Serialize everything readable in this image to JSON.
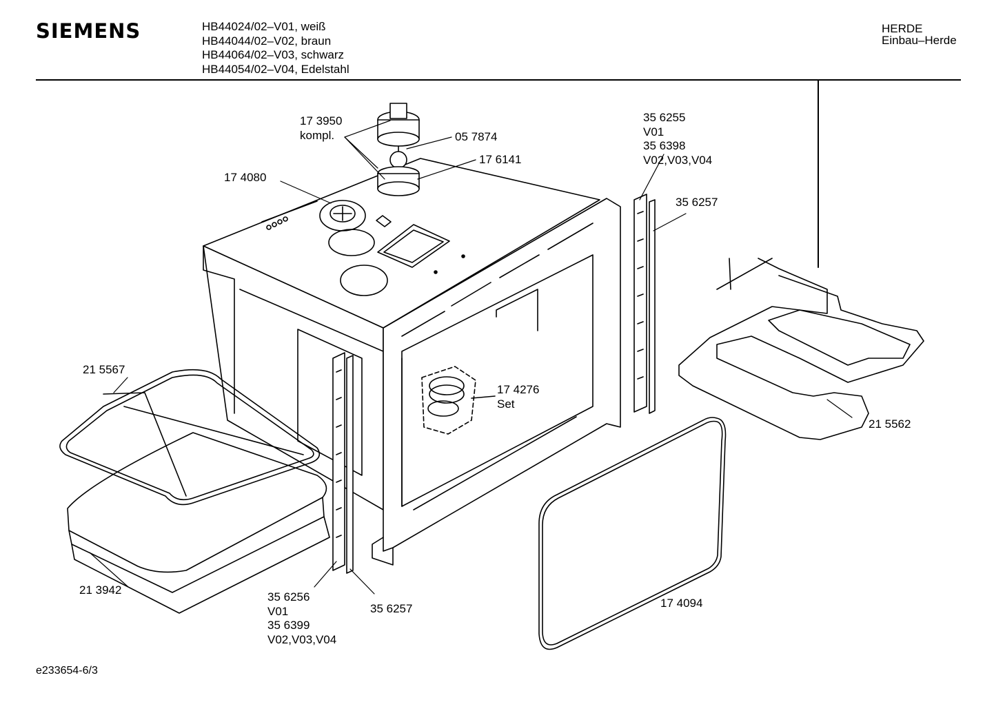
{
  "header": {
    "brand": "SIEMENS",
    "models": [
      "HB44024/02–V01, weiß",
      "HB44044/02–V02, braun",
      "HB44064/02–V03, schwarz",
      "HB44054/02–V04, Edelstahl"
    ],
    "category_line1": "HERDE",
    "category_line2": "Einbau–Herde"
  },
  "callouts": {
    "c173950": [
      "17 3950",
      "kompl."
    ],
    "c057874": [
      "05 7874"
    ],
    "c176141": [
      "17 6141"
    ],
    "c174080": [
      "17 4080"
    ],
    "c356255": [
      "35 6255",
      "V01",
      "35 6398",
      "V02,V03,V04"
    ],
    "c356257_top": [
      "35 6257"
    ],
    "c215567": [
      "21 5567"
    ],
    "c174276": [
      "17 4276",
      "Set"
    ],
    "c215562": [
      "21 5562"
    ],
    "c213942": [
      "21 3942"
    ],
    "c356256": [
      "35 6256",
      "V01",
      "35 6399",
      "V02,V03,V04"
    ],
    "c356257_bottom": [
      "35 6257"
    ],
    "c174094": [
      "17 4094"
    ]
  },
  "footer": {
    "drawing_id": "e233654-6/3"
  }
}
